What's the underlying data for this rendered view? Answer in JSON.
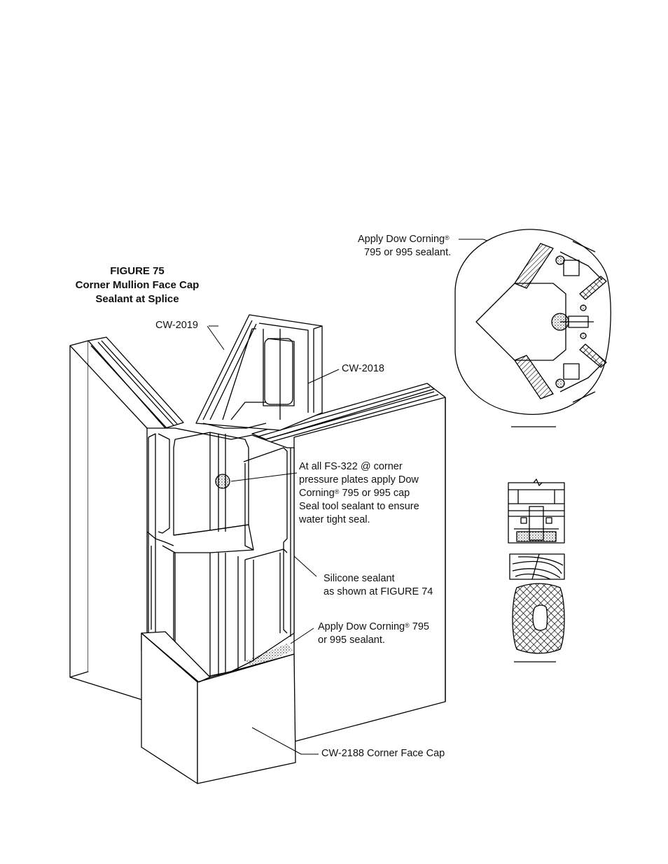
{
  "figure": {
    "number": "FIGURE  75",
    "title_line1": "Corner Mullion Face Cap",
    "title_line2": "Sealant at Splice"
  },
  "callouts": {
    "cw2019": "CW-2019",
    "cw2018": "CW-2018",
    "detail_top_line1": "Apply Dow Corning",
    "detail_top_line2": "795 or 995 sealant.",
    "fs322_line1": "At all FS-322  @ corner",
    "fs322_line2": "pressure plates apply Dow",
    "fs322_line3a": "Corning",
    "fs322_line3b": "  795 or 995  cap",
    "fs322_line4": "Seal tool sealant to ensure",
    "fs322_line5": "water tight seal.",
    "silicone_line1": "Silicone sealant",
    "silicone_line2": "as shown at FIGURE 74",
    "apply_line1a": "Apply Dow Corning",
    "apply_line1b": "  795",
    "apply_line2": "or 995 sealant.",
    "facecap": "CW-2188 Corner Face Cap",
    "registered_mark": "®"
  }
}
